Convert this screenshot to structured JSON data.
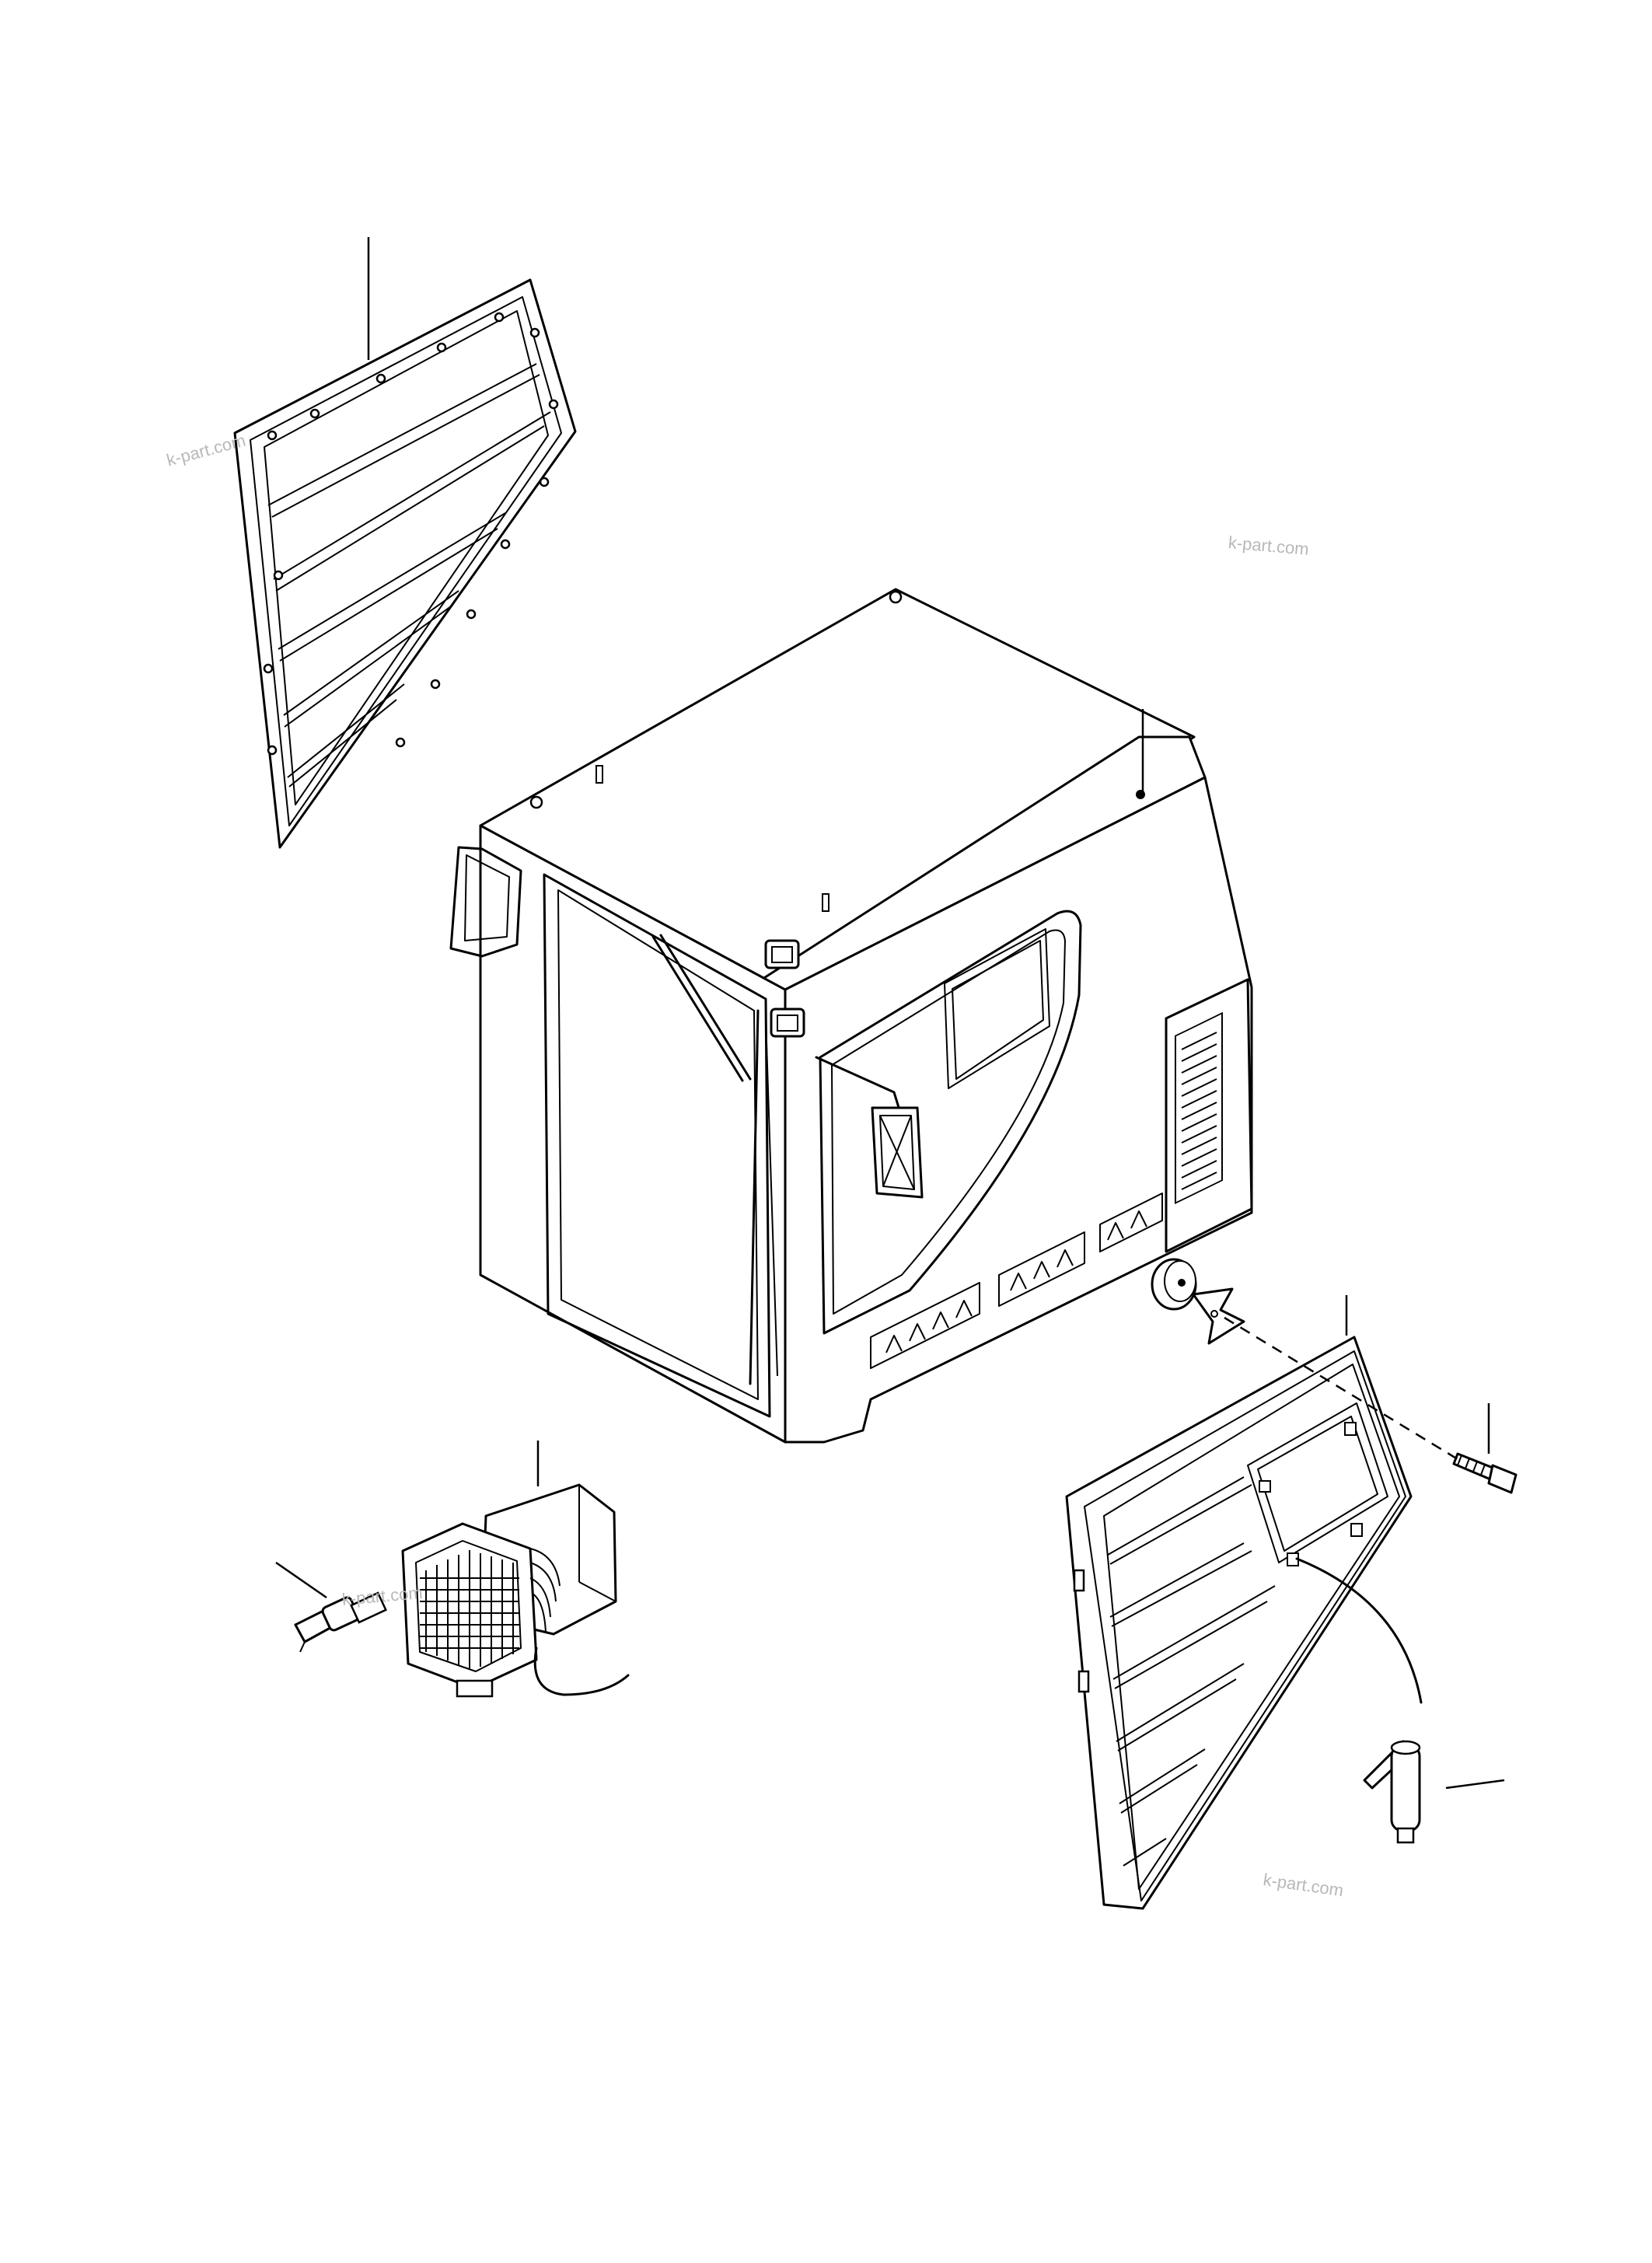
{
  "watermark": {
    "text": "k-part.com",
    "color": "#b8b8b8"
  },
  "diagram": {
    "parts": [
      {
        "name": "left-side-louver-panel"
      },
      {
        "name": "cab-body"
      },
      {
        "name": "roof-antenna-stud"
      },
      {
        "name": "work-lamp"
      },
      {
        "name": "lamp-bulb"
      },
      {
        "name": "right-side-louver-panel"
      },
      {
        "name": "bolt"
      },
      {
        "name": "rubber-grommet"
      },
      {
        "name": "clip-bracket"
      },
      {
        "name": "latch-pin"
      }
    ]
  }
}
